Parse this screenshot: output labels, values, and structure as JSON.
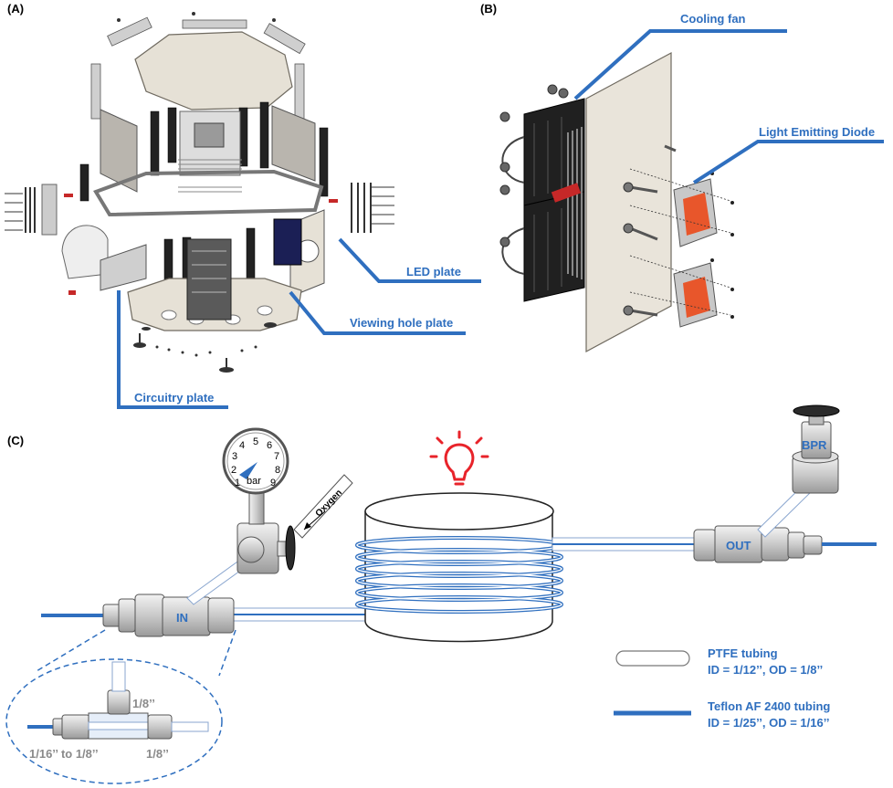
{
  "panels": {
    "a": {
      "label": "(A)",
      "callouts": {
        "led_plate": "LED plate",
        "viewing_hole_plate": "Viewing hole plate",
        "circuitry_plate": "Circuitry plate"
      }
    },
    "b": {
      "label": "(B)",
      "callouts": {
        "cooling_fan": "Cooling fan",
        "light_emitting_diode": "Light Emitting Diode"
      }
    },
    "c": {
      "label": "(C)",
      "gauge": {
        "numbers": [
          "1",
          "2",
          "3",
          "4",
          "5",
          "6",
          "7",
          "8",
          "9"
        ],
        "unit": "bar"
      },
      "oxygen_label": "Oxygen",
      "in_label": "IN",
      "out_label": "OUT",
      "bpr_label": "BPR",
      "inset": {
        "tee_branch": "1/8’’",
        "left_fitting": "1/16’’ to 1/8’’",
        "right_fitting": "1/8’’"
      },
      "legend": {
        "ptfe_name": "PTFE tubing",
        "ptfe_dims": "ID = 1/12’’, OD = 1/8’’",
        "teflon_name": "Teflon AF 2400 tubing",
        "teflon_dims": "ID = 1/25’’, OD = 1/16’’"
      }
    }
  },
  "colors": {
    "callout_blue": "#2f6fbf",
    "tubing_blue": "#2f6fbf",
    "bulb_red": "#e8232a",
    "led_orange": "#e8562b",
    "plate_beige": "#e9e4da",
    "metal_grey": "#c9c9c9"
  },
  "icons": [
    "light-bulb-icon",
    "pressure-gauge-icon"
  ]
}
